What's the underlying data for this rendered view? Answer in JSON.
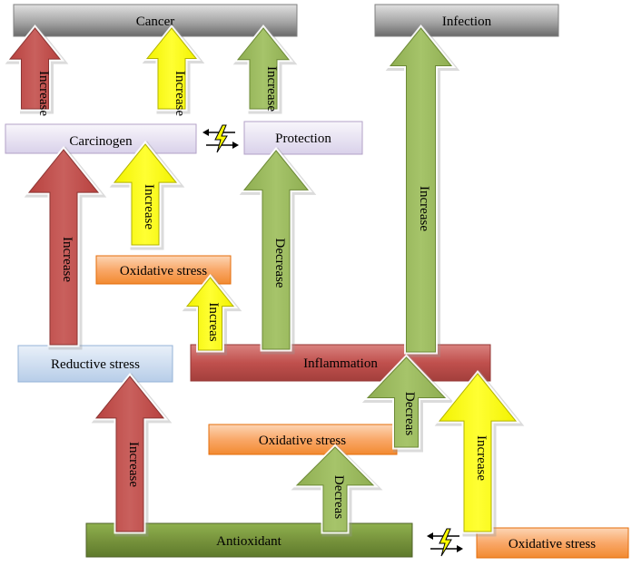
{
  "nodes": {
    "cancer": "Cancer",
    "infection": "Infection",
    "carcinogen": "Carcinogen",
    "protection": "Protection",
    "oxidative_stress_upper": "Oxidative stress",
    "reductive_stress": "Reductive stress",
    "inflammation": "Inflammation",
    "oxidative_stress_middle": "Oxidative stress",
    "antioxidant": "Antioxidant",
    "oxidative_stress_lower": "Oxidative stress"
  },
  "arrows": {
    "carcinogen_to_cancer": "Increase",
    "oxidative_to_cancer": "Increase",
    "protection_to_cancer": "Increase",
    "oxidative_to_carcinogen": "Increase",
    "reductive_to_carcinogen": "Increase",
    "inflammation_to_protection": "Decrease",
    "inflammation_to_infection": "Increase",
    "oxidative_to_inflammation": "Increas",
    "antioxidant_to_reductive": "Increase",
    "oxidative_mid_to_inflammation": "Decreas",
    "antioxidant_to_oxidative": "Decreas",
    "oxidative_low_to_inflammation": "Increase"
  },
  "colors": {
    "red_arrow": "#c0504d",
    "yellow_arrow": "#ffff00",
    "green_arrow": "#9bbb59",
    "gray_box": "#7f7f7f",
    "lavender_box": "#e4dff0",
    "orange_box": "#f79646",
    "blue_box": "#c6d9f1",
    "crimson_box": "#c0504d",
    "dark_green_box": "#77933c"
  },
  "icons": {
    "interaction_symbol_upper": "lightning-bolt-icon",
    "interaction_symbol_lower": "lightning-bolt-icon"
  }
}
